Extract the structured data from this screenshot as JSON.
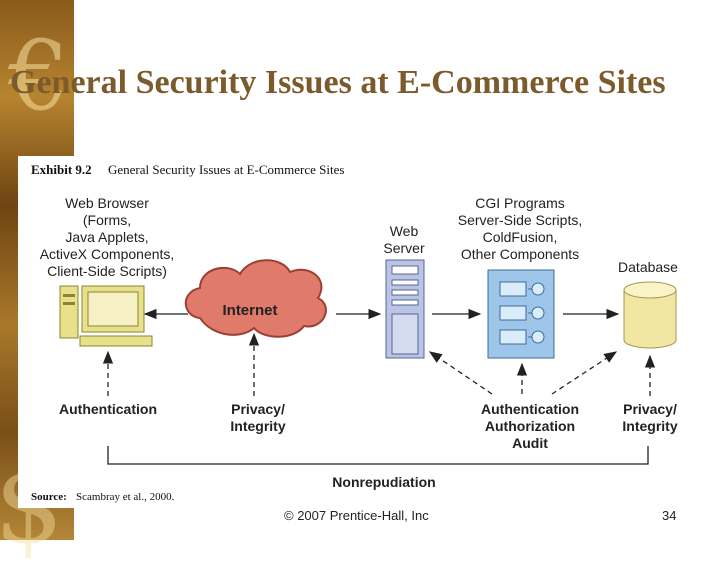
{
  "slide": {
    "title": "General Security Issues at E-Commerce Sites",
    "footer": "© 2007 Prentice-Hall, Inc",
    "page_number": "34"
  },
  "exhibit": {
    "label": "Exhibit 9.2",
    "caption": "General Security Issues at E-Commerce Sites",
    "source_label": "Source:",
    "source_text": "Scambray et al., 2000."
  },
  "diagram": {
    "browser_lines": [
      "Web Browser",
      "(Forms,",
      "Java Applets,",
      "ActiveX Components,",
      "Client-Side Scripts)"
    ],
    "internet": "Internet",
    "server_lines": [
      "Web",
      "Server"
    ],
    "cgi_lines": [
      "CGI Programs",
      "Server-Side Scripts,",
      "ColdFusion,",
      "Other Components"
    ],
    "database": "Database",
    "auth_left": "Authentication",
    "privacy_left": [
      "Privacy/",
      "Integrity"
    ],
    "auth_right": [
      "Authentication",
      "Authorization",
      "Audit"
    ],
    "privacy_right": [
      "Privacy/",
      "Integrity"
    ],
    "nonrepudiation": "Nonrepudiation"
  },
  "colors": {
    "title": "#7b5a2c",
    "cloud": "#e07a6a",
    "computer": "#e8e08a",
    "server": "#b9c4e6",
    "cgi": "#9ec6ea",
    "database": "#f2e7a2",
    "sidebar": "#8a5a1c"
  }
}
